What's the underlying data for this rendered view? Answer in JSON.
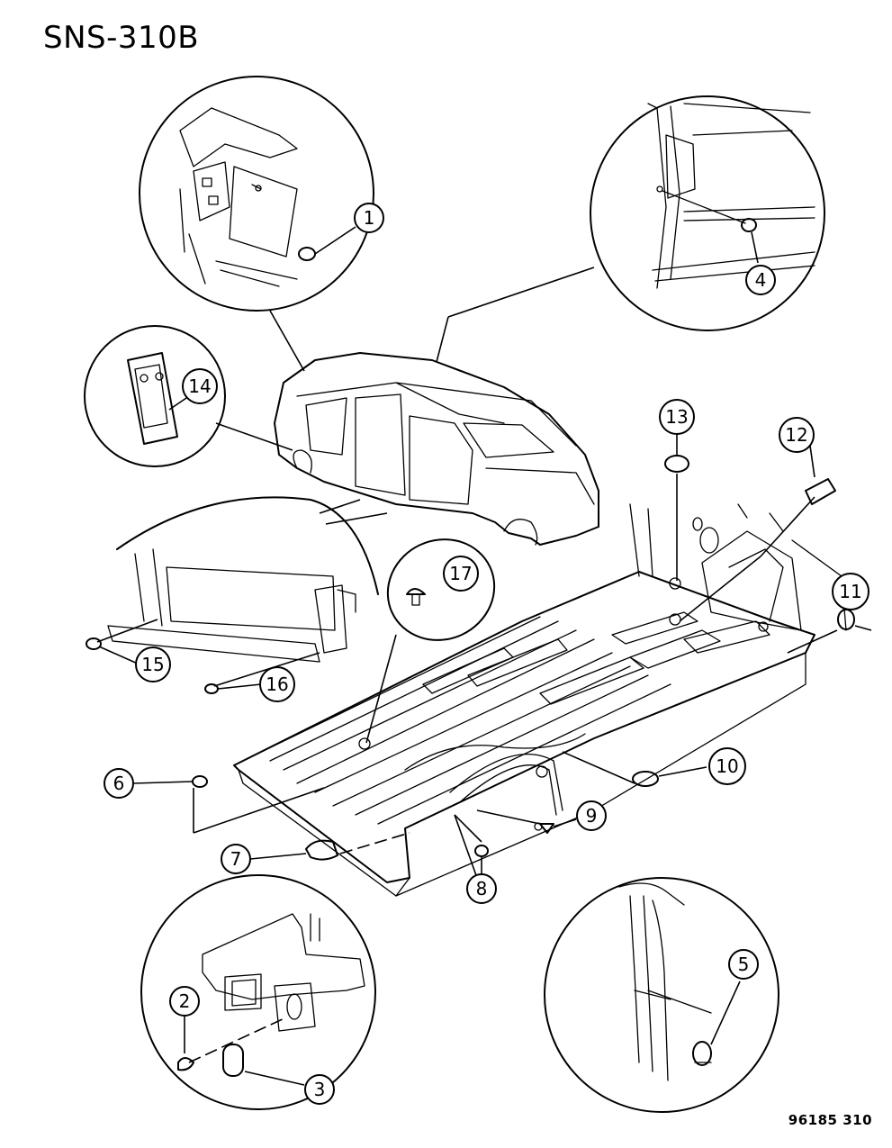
{
  "diagram_code": "SNS-310B",
  "reference_number": "96185 310",
  "callouts": [
    "1",
    "2",
    "3",
    "4",
    "5",
    "6",
    "7",
    "8",
    "9",
    "10",
    "11",
    "12",
    "13",
    "14",
    "15",
    "16",
    "17"
  ]
}
